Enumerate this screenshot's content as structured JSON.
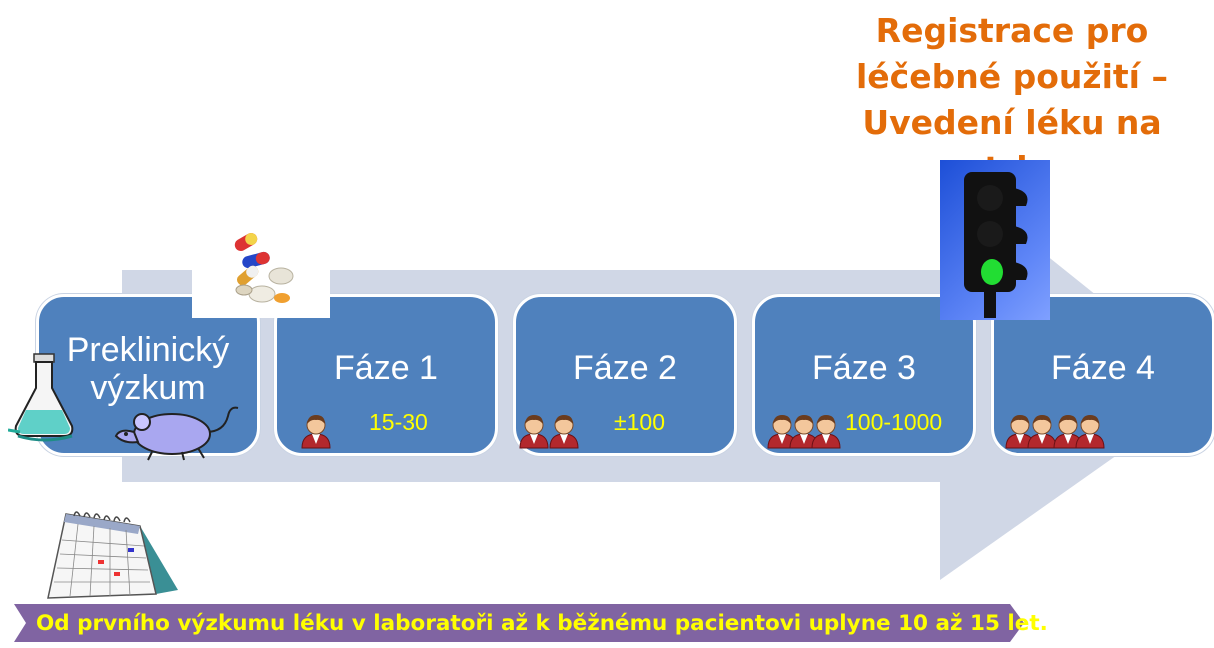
{
  "registration": {
    "lines": [
      "Registrace pro",
      "léčebné použití –",
      "Uvedení léku na trh"
    ]
  },
  "stages": [
    {
      "title_lines": [
        "Preklinický",
        "výzkum"
      ],
      "count": ""
    },
    {
      "title_lines": [
        "Fáze 1"
      ],
      "count": "15-30",
      "people": 1
    },
    {
      "title_lines": [
        "Fáze 2"
      ],
      "count": "±100",
      "people": 2
    },
    {
      "title_lines": [
        "Fáze 3"
      ],
      "count": "100-1000",
      "people": 3
    },
    {
      "title_lines": [
        "Fáze 4"
      ],
      "count": "",
      "people": 4
    }
  ],
  "banner": {
    "text": "Od prvního výzkumu léku v laboratoři až k běžnému pacientovi uplyne 10 až 15 let."
  },
  "colors": {
    "stage_fill": "#4f81bd",
    "arrow_fill": "#d0d7e6",
    "registration_text": "#e36c09",
    "count_text": "#ffff00",
    "banner_fill": "#8064a2"
  },
  "icons": [
    "flask-icon",
    "mouse-icon",
    "pills-icon",
    "person-icon",
    "traffic-light-icon",
    "calendar-icon"
  ]
}
